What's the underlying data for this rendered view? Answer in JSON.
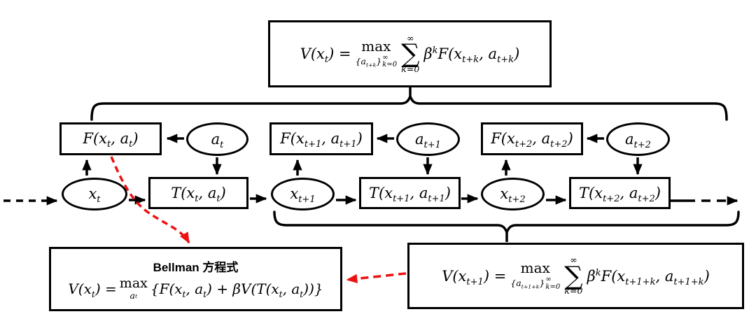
{
  "colors": {
    "ink": "#000000",
    "accent_red": "#ee1111",
    "background": "#ffffff"
  },
  "top_box": {
    "lhs": "V(x_{t}) =",
    "max_label": "max",
    "max_under_base": "{a_{t+k}}",
    "max_under_sup": "∞",
    "max_under_sub": "k=0",
    "sum_upper": "∞",
    "sum_sign": "∑",
    "sum_lower": "k=0",
    "rhs": "β^{k}F(x_{t+k}, a_{t+k})"
  },
  "right_box": {
    "lhs": "V(x_{t+1}) =",
    "max_label": "max",
    "max_under_base": "{a_{t+1+k}}",
    "max_under_sup": "∞",
    "max_under_sub": "k=0",
    "sum_upper": "∞",
    "sum_sign": "∑",
    "sum_lower": "k=0",
    "rhs": "β^{k}F(x_{t+1+k}, a_{t+1+k})"
  },
  "bellman_box": {
    "title": "Bellman 方程式",
    "lhs": "V(x_{t}) =",
    "max_label": "max",
    "max_under": "a_{t}",
    "rhs": "{F(x_{t}, a_{t}) + βV(T(x_{t}, a_{t}))}"
  },
  "nodes": {
    "f_t": "F(x_{t}, a_{t})",
    "a_t": "a_{t}",
    "f_t1": "F(x_{t+1}, a_{t+1})",
    "a_t1": "a_{t+1}",
    "f_t2": "F(x_{t+2}, a_{t+2})",
    "a_t2": "a_{t+2}",
    "x_t": "x_{t}",
    "T_t": "T(x_{t}, a_{t})",
    "x_t1": "x_{t+1}",
    "T_t1": "T(x_{t+1}, a_{t+1})",
    "x_t2": "x_{t+2}",
    "T_t2": "T(x_{t+2}, a_{t+2})"
  }
}
